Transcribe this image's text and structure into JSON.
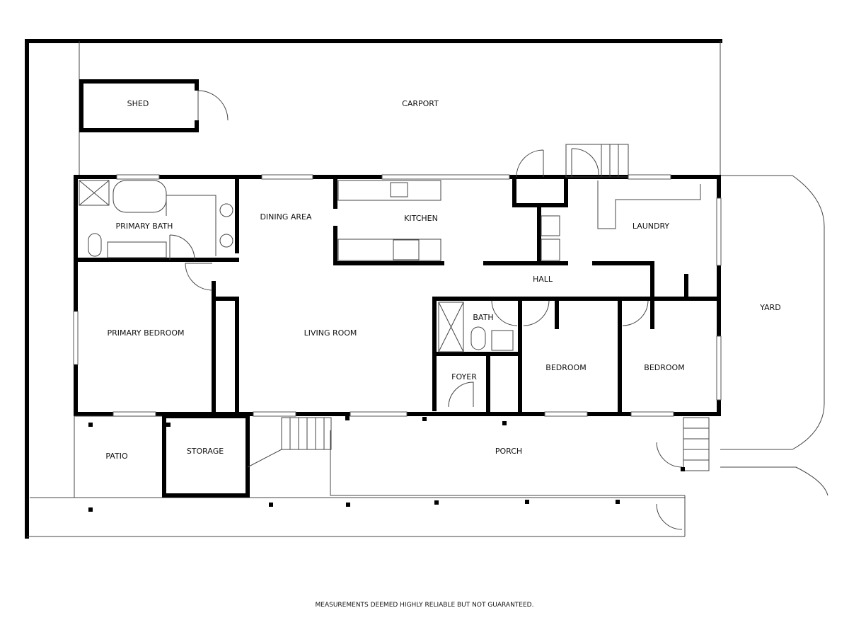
{
  "rooms": {
    "shed": "SHED",
    "carport": "CARPORT",
    "primary_bath": "PRIMARY BATH",
    "dining_area": "DINING AREA",
    "kitchen": "KITCHEN",
    "laundry": "LAUNDRY",
    "hall": "HALL",
    "yard": "YARD",
    "primary_bedroom": "PRIMARY BEDROOM",
    "living_room": "LIVING ROOM",
    "bath": "BATH",
    "foyer": "FOYER",
    "bedroom_1": "BEDROOM",
    "bedroom_2": "BEDROOM",
    "patio": "PATIO",
    "storage": "STORAGE",
    "porch": "PORCH"
  },
  "footer": "MEASUREMENTS DEEMED HIGHLY RELIABLE BUT NOT GUARANTEED.",
  "colors": {
    "wall": "#000000",
    "background": "#ffffff"
  }
}
